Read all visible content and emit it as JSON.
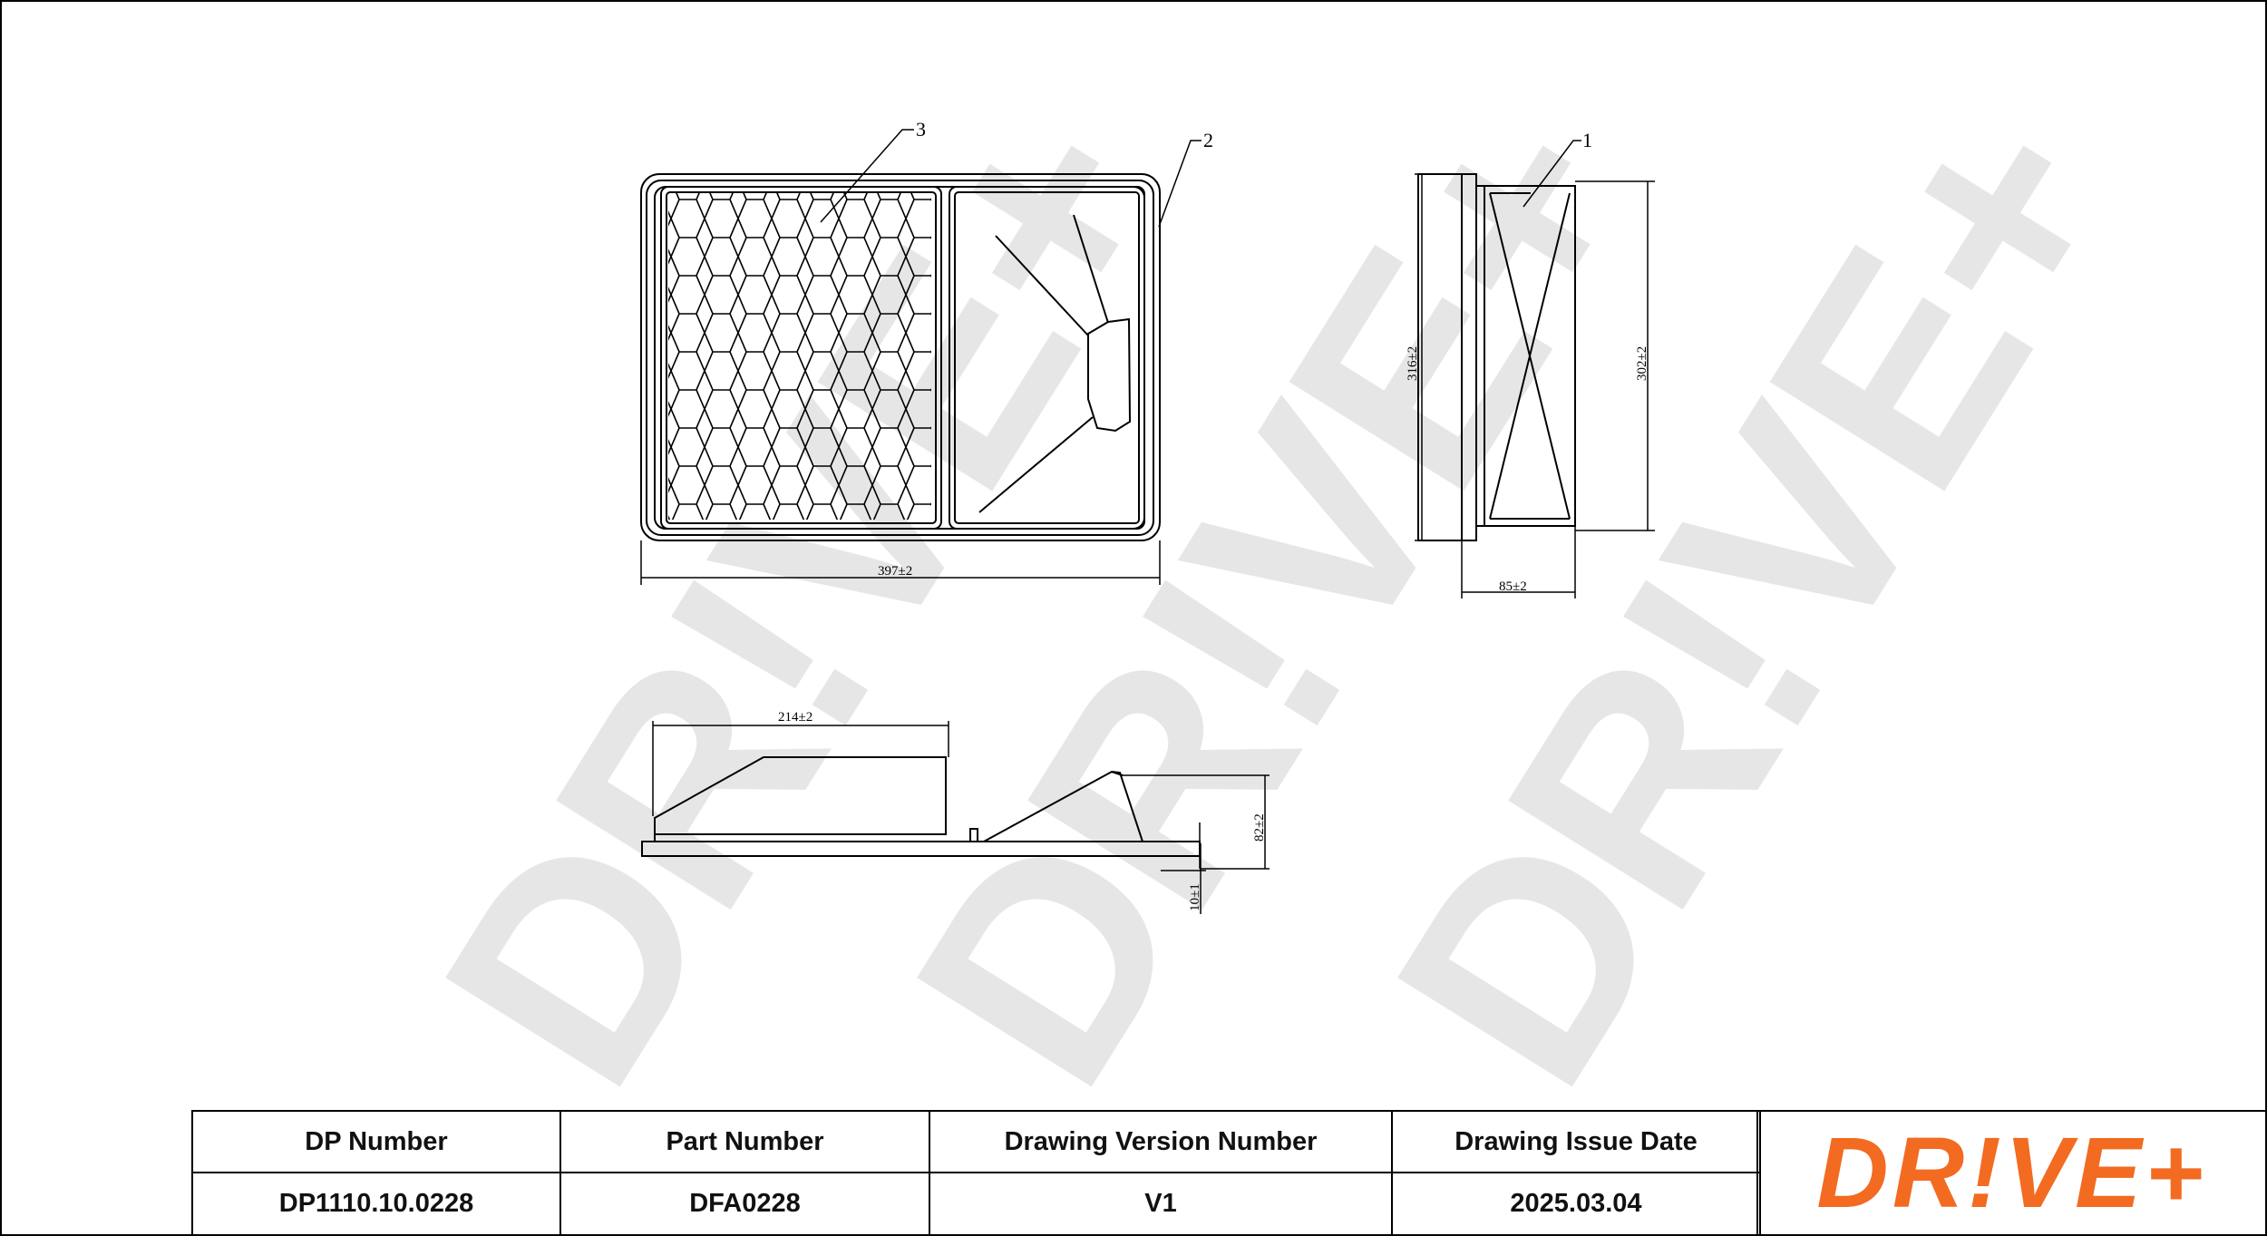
{
  "watermark": {
    "text": "DR!VE+",
    "color": "#e6e6e6"
  },
  "callouts": [
    "3",
    "2",
    "1"
  ],
  "dimensions": {
    "length": "397±2",
    "width_outer": "316±2",
    "width_inner": "302±2",
    "depth": "85±2",
    "step_length": "214±2",
    "height": "82±2",
    "flange": "10±1"
  },
  "title_block": {
    "headers": {
      "dp_number": "DP Number",
      "part_number": "Part Number",
      "version": "Drawing Version Number",
      "issue_date": "Drawing Issue Date"
    },
    "values": {
      "dp_number": "DP1110.10.0228",
      "part_number": "DFA0228",
      "version": "V1",
      "issue_date": "2025.03.04"
    }
  },
  "logo": {
    "text": "DR!VE+",
    "color": "#f26b21",
    "icon": "drive-plus-logo"
  }
}
